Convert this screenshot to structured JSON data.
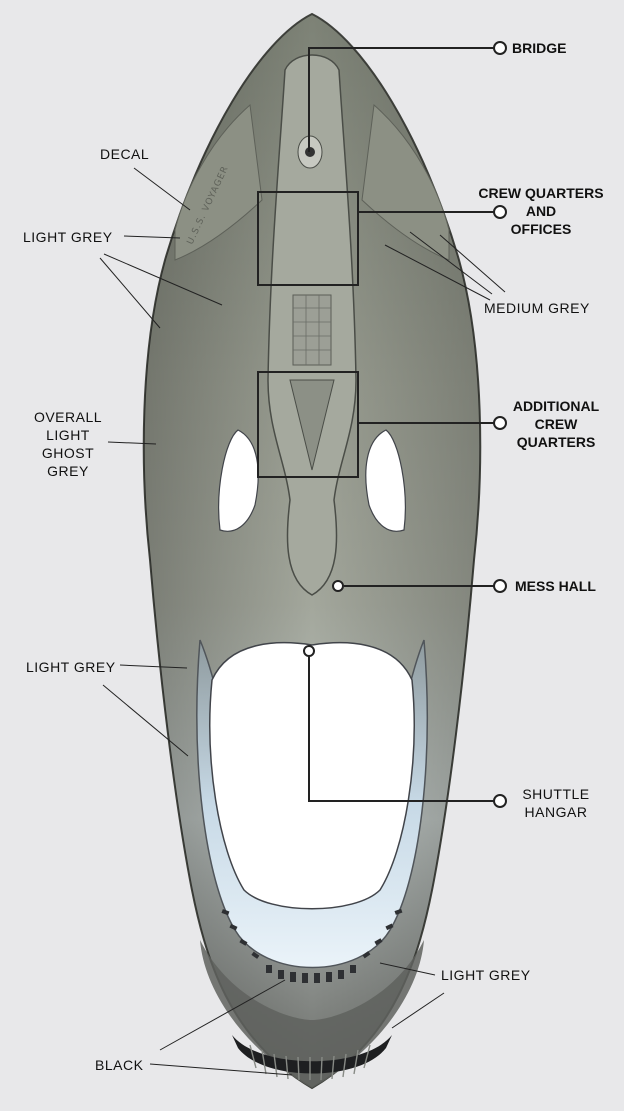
{
  "colors": {
    "background": "#e8e8ea",
    "hull_grey": "#8f9488",
    "hull_light": "#b4b8ad",
    "hull_dark": "#5c6058",
    "blue_highlight": "#dbe9f2",
    "callout_line": "#222222"
  },
  "callouts": {
    "bridge": "BRIDGE",
    "crew_quarters": [
      "CREW QUARTERS",
      "AND",
      "OFFICES"
    ],
    "additional_crew": [
      "ADDITIONAL",
      "CREW",
      "QUARTERS"
    ],
    "mess_hall": "MESS HALL",
    "shuttle_hangar": [
      "SHUTTLE",
      "HANGAR"
    ]
  },
  "paint_notes": {
    "decal": "DECAL",
    "light_grey_top": "LIGHT GREY",
    "medium_grey": "MEDIUM GREY",
    "overall": [
      "OVERALL",
      "LIGHT",
      "GHOST",
      "GREY"
    ],
    "light_grey_left": "LIGHT GREY",
    "light_grey_bottom": "LIGHT GREY",
    "black": "BLACK"
  },
  "hull_text": "U.S.S. VOYAGER"
}
